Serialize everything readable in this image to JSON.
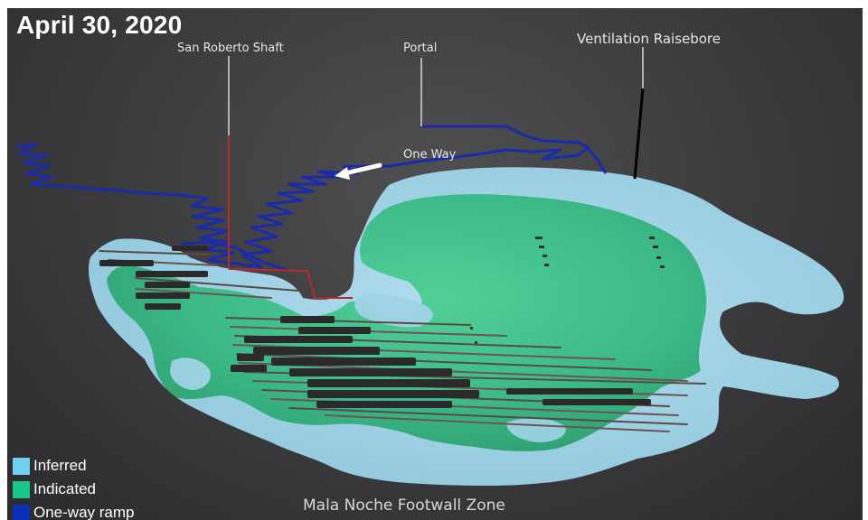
{
  "title": "April 30, 2020",
  "caption": "Mala Noche Footwall Zone",
  "callouts": {
    "shaft": "San Roberto Shaft",
    "portal": "Portal",
    "raise": "Ventilation Raisebore",
    "oneway": "One Way"
  },
  "legend": [
    {
      "label": "Inferred",
      "color": "#6fd0f2"
    },
    {
      "label": "Indicated",
      "color": "#19c48a"
    },
    {
      "label": "One-way ramp",
      "color": "#0b2fb8"
    }
  ],
  "colors": {
    "inferred": "#9fd3e6",
    "indicated": "#3fbf8c",
    "ramp": "#1a2aa8",
    "shaft": "#b52a2a",
    "raise": "#000000"
  }
}
